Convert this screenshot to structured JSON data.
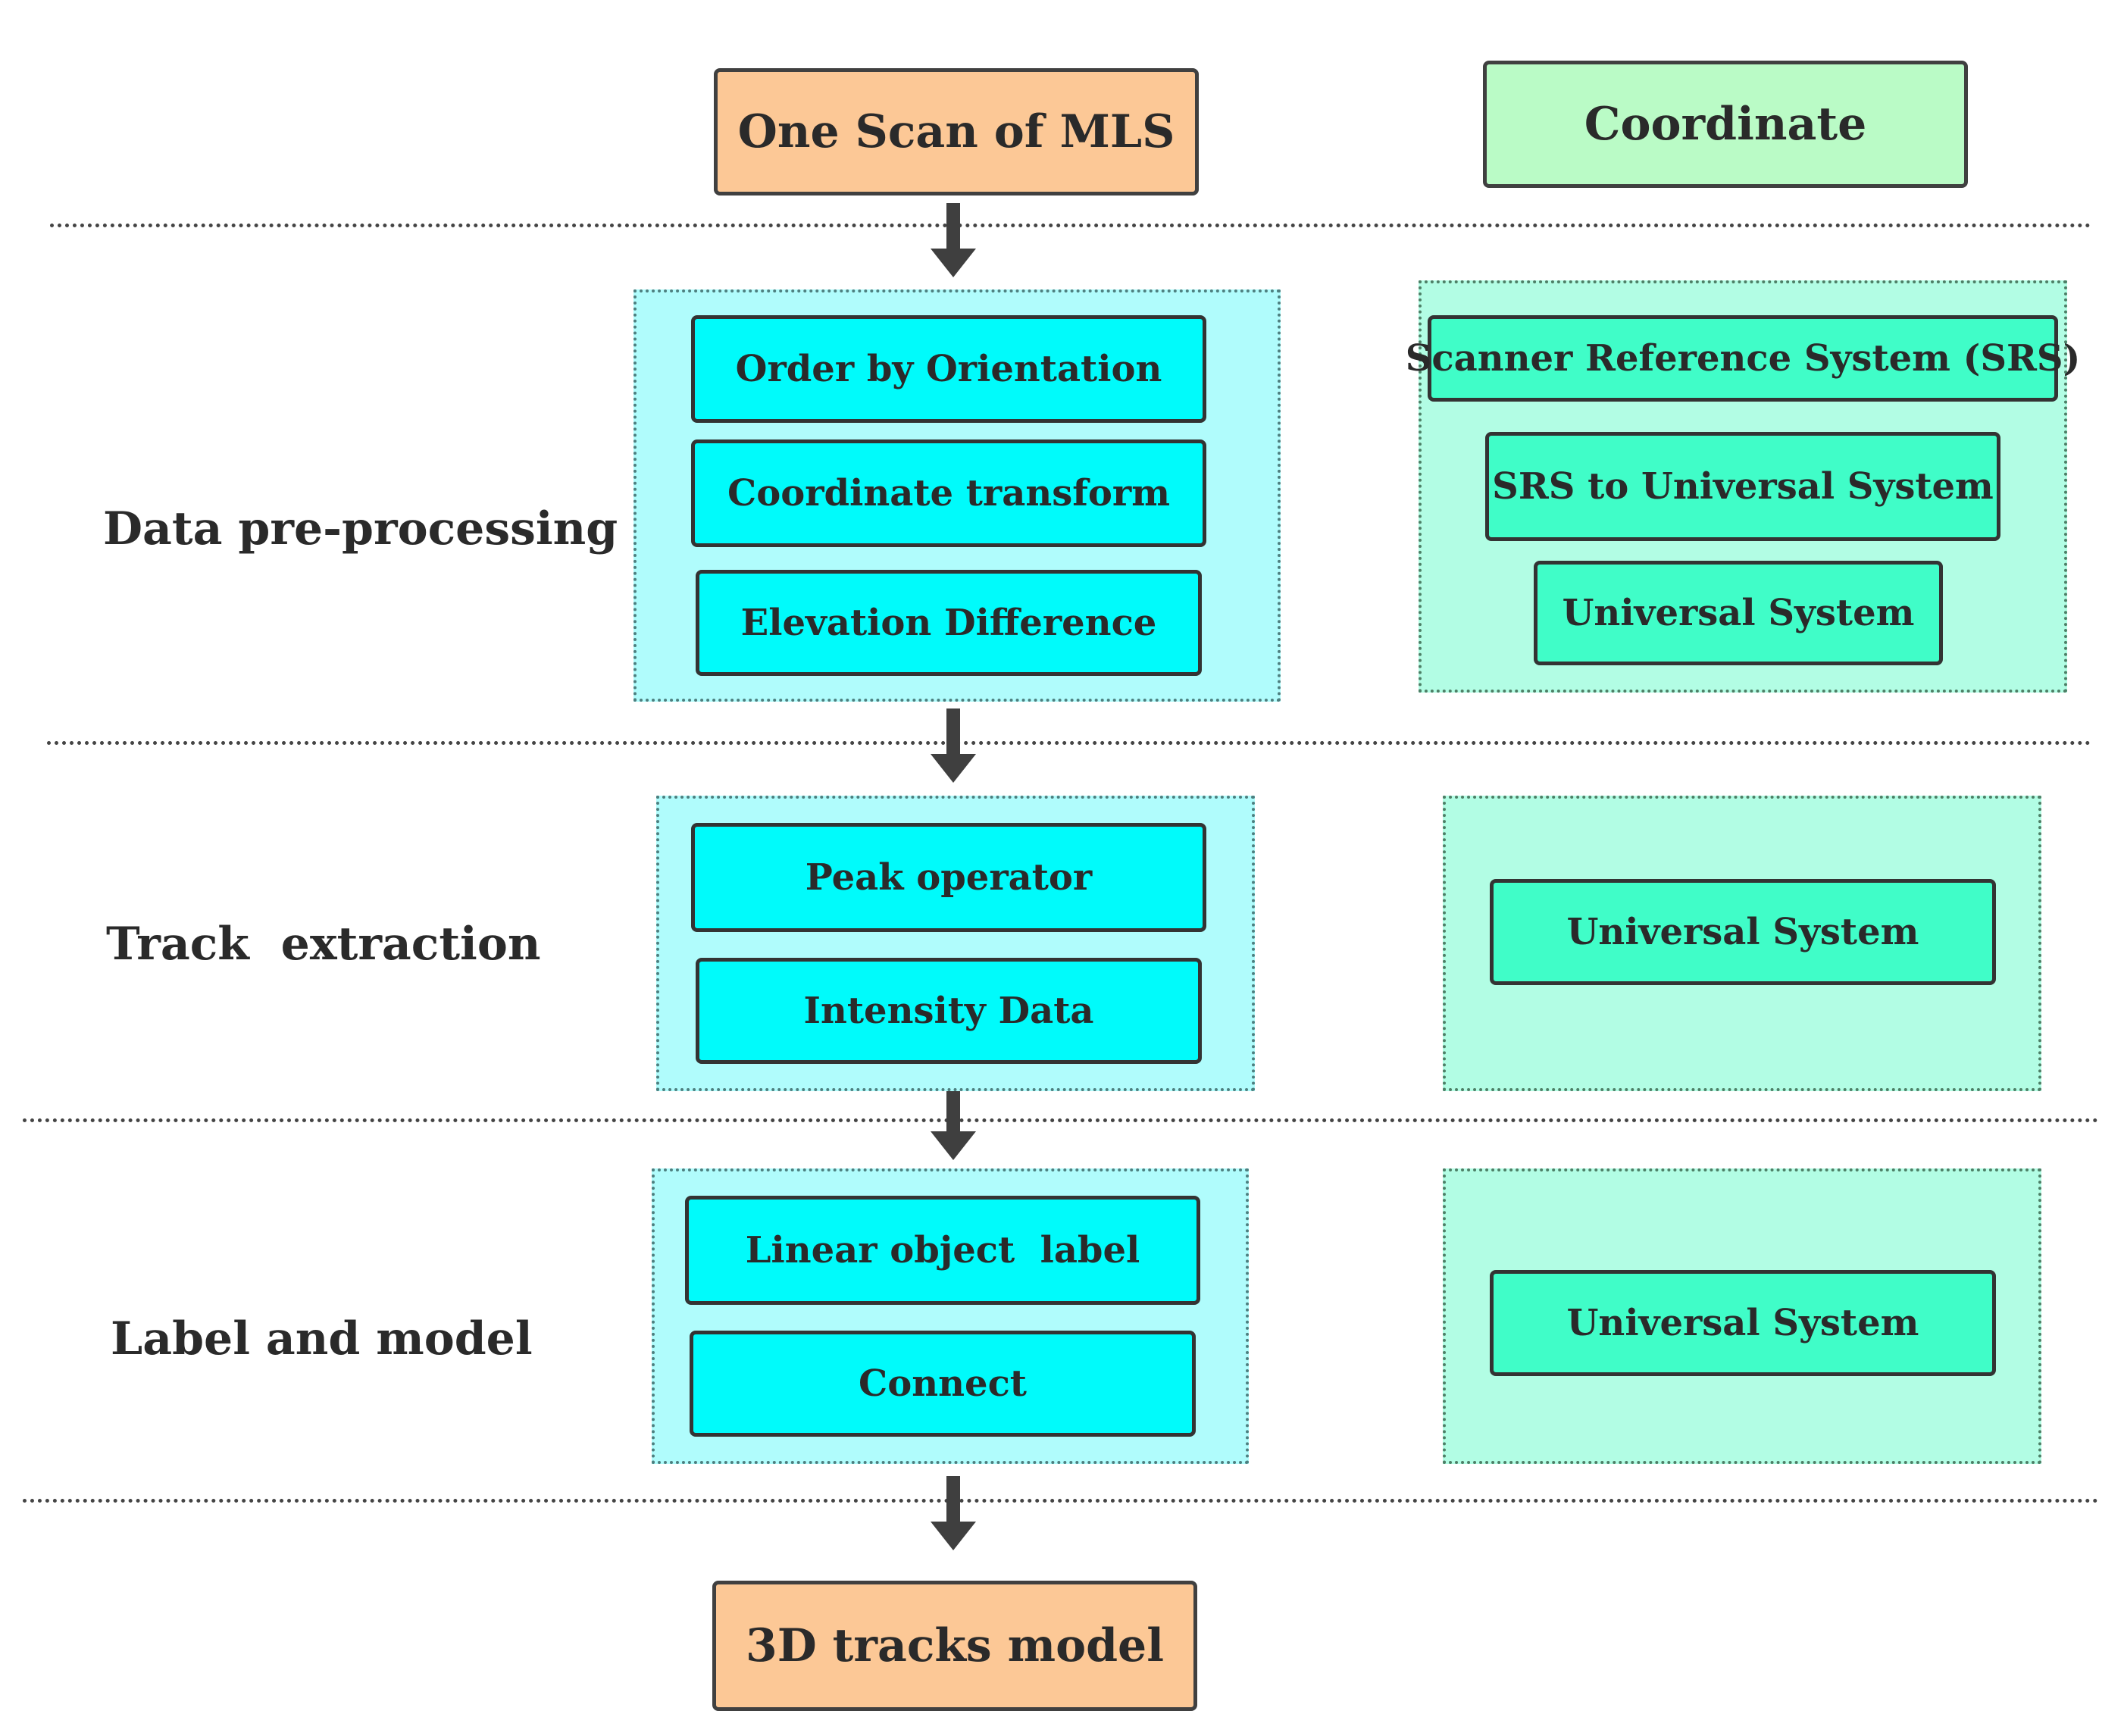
{
  "header": {
    "start": "One Scan of MLS",
    "coordinate": "Coordinate"
  },
  "stages": [
    {
      "label": "Data pre-processing",
      "steps": [
        "Order by Orientation",
        "Coordinate transform",
        "Elevation Difference"
      ],
      "coords": [
        "Scanner Reference System (SRS)",
        "SRS to Universal System",
        "Universal System"
      ]
    },
    {
      "label": "Track  extraction",
      "steps": [
        "Peak operator",
        "Intensity Data"
      ],
      "coords": [
        "Universal System"
      ]
    },
    {
      "label": "Label and model",
      "steps": [
        "Linear object  label",
        "Connect"
      ],
      "coords": [
        "Universal System"
      ]
    }
  ],
  "footer": {
    "end": "3D tracks model"
  },
  "colors": {
    "terminal": "#fcc896",
    "coordinate_header": "#bafbc6",
    "step_group": "#b0fcfc",
    "coord_group": "#b2fde4",
    "step_box": "#00fbfb",
    "coord_box": "#40fdc8",
    "arrow": "#3f3f3f"
  }
}
